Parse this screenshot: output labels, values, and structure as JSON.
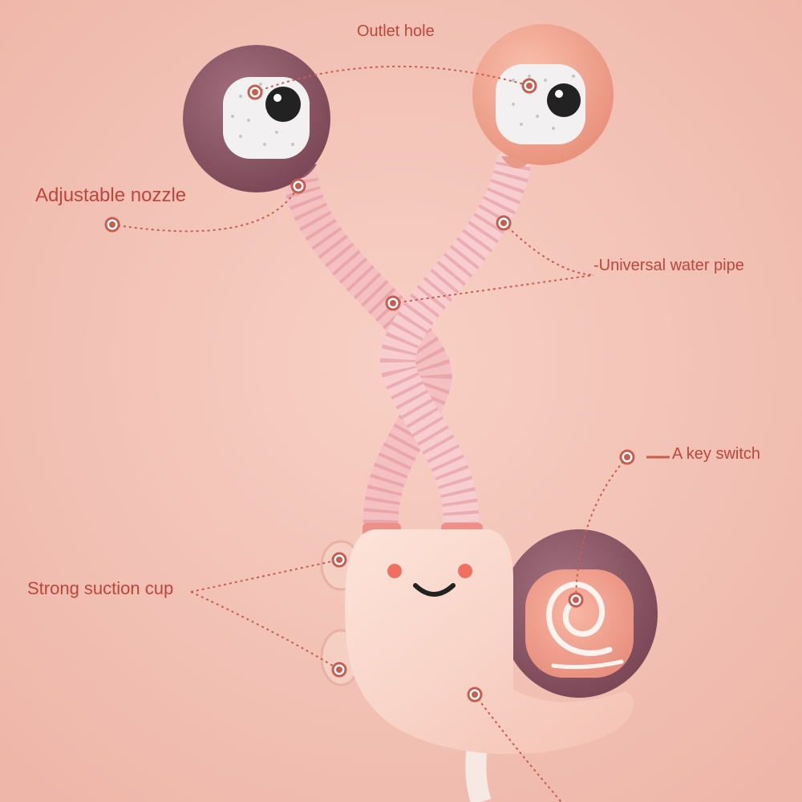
{
  "callouts": {
    "outlet_hole": "Outlet hole",
    "adjustable_nozzle": "Adjustable nozzle",
    "universal_water_pipe": "-Universal water pipe",
    "key_switch": "A key switch",
    "strong_suction_cup": "Strong suction cup"
  },
  "colors": {
    "background": "#f3c3b8",
    "label_text": "#c0453a",
    "callout_line": "#c65e52",
    "plum": "#8d5a6a",
    "peach": "#f2a892",
    "snail_body": "#fad7cb",
    "pipe": "#f6c7c7"
  }
}
